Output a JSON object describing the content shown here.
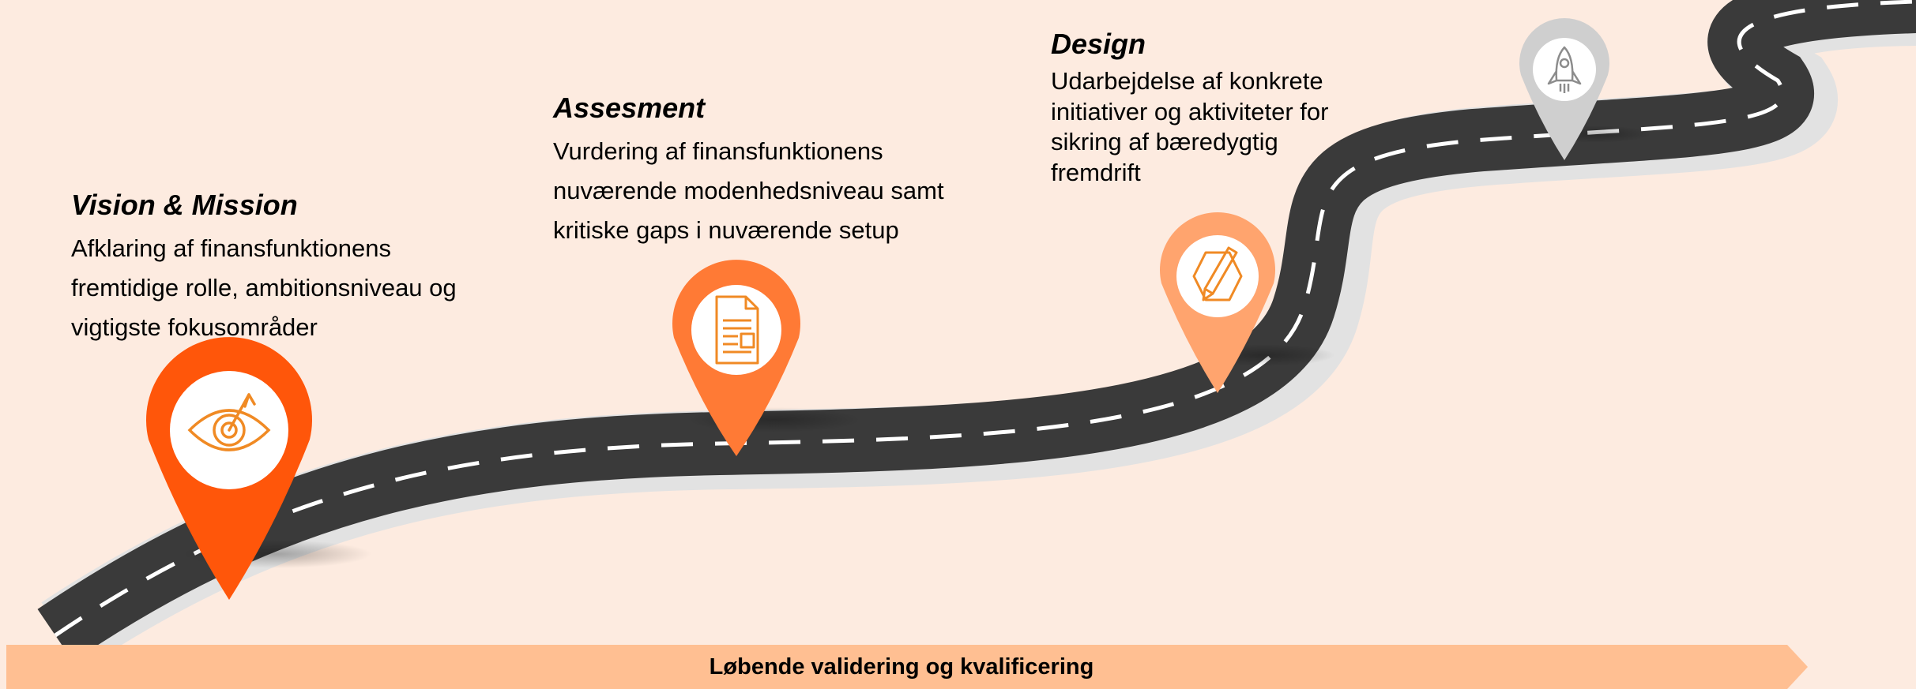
{
  "steps": [
    {
      "title": "Vision & Mission",
      "lines": [
        "Afklaring af finansfunktionens",
        "fremtidige rolle, ambitionsniveau og",
        "vigtigste fokusområder"
      ],
      "icon": "eye-target-icon",
      "color": "#FF560A"
    },
    {
      "title": "Assesment",
      "lines": [
        "Vurdering af finansfunktionens",
        "nuværende modenhedsniveau samt",
        "kritiske gaps i nuværende setup"
      ],
      "icon": "document-icon",
      "color": "#FF7A35"
    },
    {
      "title": "Design",
      "lines": [
        "Udarbejdelse af konkrete",
        "initiativer og aktiviteter for",
        "sikring af bæredygtig",
        "fremdrift"
      ],
      "icon": "pencil-polygon-icon",
      "color": "#FFA46E"
    },
    {
      "title": "",
      "lines": [],
      "icon": "rocket-icon",
      "color": "#CFCFCF"
    }
  ],
  "banner": {
    "label": "Løbende validering og kvalificering",
    "color": "#FFBF92"
  },
  "road_color": "#3A3A3A",
  "background": "#FDEBE0"
}
